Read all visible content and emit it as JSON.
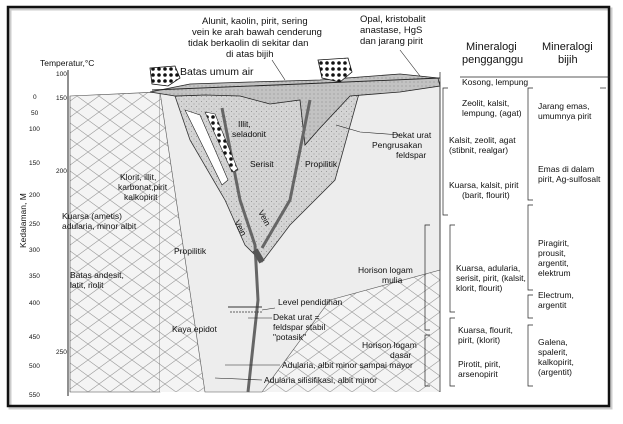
{
  "axes": {
    "temperature_title": "Temperatur,°C",
    "depth_title": "Kedalaman, M",
    "temp_ticks": [
      "100",
      "150",
      "200",
      "250"
    ],
    "depth_ticks": [
      "0",
      "50",
      "100",
      "150",
      "200",
      "250",
      "300",
      "350",
      "400",
      "450",
      "500",
      "550"
    ]
  },
  "columns": {
    "gangue_header": [
      "Mineralogi",
      "pengganggu"
    ],
    "ore_header": [
      "Mineralogi",
      "bijih"
    ]
  },
  "top_labels": {
    "alunit": [
      "Alunit, kaolin, pirit, sering",
      "vein ke arah bawah cenderung",
      "tidak berkaolin di sekitar dan",
      "di atas bijih"
    ],
    "opal": [
      "Opal, kristobalit",
      "anastase, HgS",
      "dan jarang pirit"
    ],
    "water_table": "Batas umum air"
  },
  "zone_labels": {
    "illit": [
      "Illit,",
      "seladonit"
    ],
    "serisit": "Serisit",
    "propilitik_right": "Propilitik",
    "klorit": [
      "Klorit, illit,",
      "karbonat,pirit",
      "kalkopirit"
    ],
    "kuarsa_ametis": [
      "Kuarsa (ametis)",
      "adularia, minor albit"
    ],
    "propilitik_left": "Propilitik",
    "batas_andesit": [
      "Batas andesit,",
      "latit, riolit"
    ],
    "kaya_epidot": "Kaya epidot",
    "vein_left": "Vein",
    "vein_right": "Vein"
  },
  "process_labels": {
    "dekat_urat_top": [
      "Dekat urat",
      "Pengrusakan",
      "feldspar"
    ],
    "level_pendidihan": "Level pendidihan",
    "dekat_urat_bottom": [
      "Dekat urat =",
      "feldspar stabil",
      "\"potasik\""
    ],
    "adularia_albit": "Adularia, albit minor sampai mayor",
    "adularia_silisifikasi": "Adularia silisifikasi, albit minor",
    "horison_mulia": [
      "Horison logam",
      "mulia"
    ],
    "horison_dasar": [
      "Horison logam",
      "dasar"
    ]
  },
  "gangue_entries": [
    [
      "Kosong, lempung"
    ],
    [
      "Zeolit, kalsit,",
      "lempung, (agat)"
    ],
    [
      "Kalsit, zeolit, agat",
      "(stibnit, realgar)"
    ],
    [
      "Kuarsa, kalsit, pirit",
      "(barit, flourit)"
    ],
    [
      "Kuarsa, adularia,",
      "serisit, pirit, (kalsit,",
      "klorit, flourit)"
    ],
    [
      "Kuarsa, flourit,",
      "pirit, (klorit)"
    ],
    [
      "Pirotit, pirit,",
      "arsenopirit"
    ]
  ],
  "ore_entries": [
    [
      "Jarang emas,",
      "umumnya pirit"
    ],
    [
      "Emas di dalam",
      "pirit, Ag-sulfosalt"
    ],
    [
      "Piragirit,",
      "prousit,",
      "argentit,",
      "elektrum"
    ],
    [
      "Electrum,",
      "argentit"
    ],
    [
      "Galena,",
      "spalerit,",
      "kalkopirit,",
      "(argentit)"
    ]
  ],
  "colors": {
    "frame": "#111111",
    "background": "#ffffff",
    "host_rock_fill": "#f3f3f3",
    "serisit_fill": "#d2d2d2",
    "top_zone_fill": "#bdbdbd",
    "vein_fill": "#8e8e8e",
    "line": "#222222"
  }
}
